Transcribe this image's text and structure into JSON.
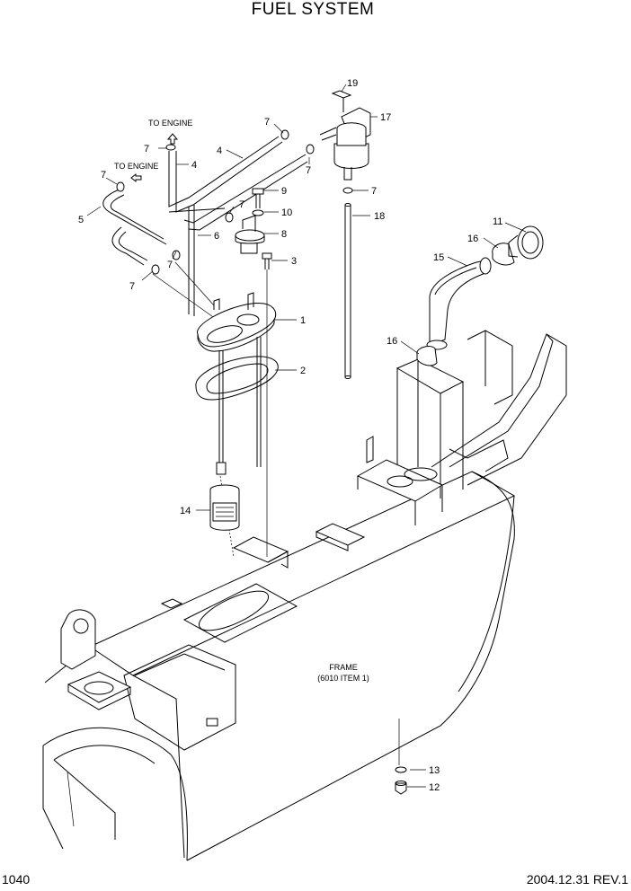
{
  "title": "FUEL SYSTEM",
  "page_number": "1040",
  "revision": "2004.12.31  REV.1",
  "notes": {
    "to_engine_1": "TO ENGINE",
    "to_engine_2": "TO ENGINE",
    "frame_line1": "FRAME",
    "frame_line2": "(6010 ITEM 1)"
  },
  "callouts": [
    {
      "id": "c1",
      "label": "1"
    },
    {
      "id": "c2",
      "label": "2"
    },
    {
      "id": "c3",
      "label": "3"
    },
    {
      "id": "c4a",
      "label": "4"
    },
    {
      "id": "c4b",
      "label": "4"
    },
    {
      "id": "c5",
      "label": "5"
    },
    {
      "id": "c6",
      "label": "6"
    },
    {
      "id": "c7a",
      "label": "7"
    },
    {
      "id": "c7b",
      "label": "7"
    },
    {
      "id": "c7c",
      "label": "7"
    },
    {
      "id": "c7d",
      "label": "7"
    },
    {
      "id": "c7e",
      "label": "7"
    },
    {
      "id": "c7f",
      "label": "7"
    },
    {
      "id": "c7g",
      "label": "7"
    },
    {
      "id": "c7h",
      "label": "7"
    },
    {
      "id": "c8",
      "label": "8"
    },
    {
      "id": "c9",
      "label": "9"
    },
    {
      "id": "c10",
      "label": "10"
    },
    {
      "id": "c11",
      "label": "11"
    },
    {
      "id": "c12",
      "label": "12"
    },
    {
      "id": "c13",
      "label": "13"
    },
    {
      "id": "c14",
      "label": "14"
    },
    {
      "id": "c15",
      "label": "15"
    },
    {
      "id": "c16a",
      "label": "16"
    },
    {
      "id": "c16b",
      "label": "16"
    },
    {
      "id": "c17",
      "label": "17"
    },
    {
      "id": "c18",
      "label": "18"
    },
    {
      "id": "c19",
      "label": "19"
    }
  ]
}
